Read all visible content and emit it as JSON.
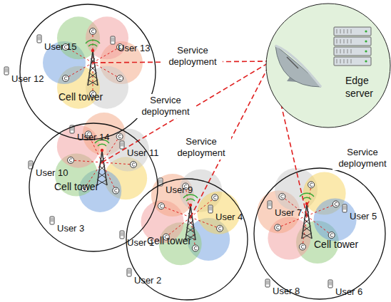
{
  "diagram": {
    "nodes": [
      {
        "text": [
          "Cell tower"
        ]
      },
      {
        "text": [
          "Edge server"
        ]
      },
      {
        "text": [
          "Cell tower"
        ]
      },
      {
        "text": [
          "Cell tower"
        ]
      },
      {
        "text": [
          "Cell tower"
        ]
      }
    ],
    "edges": [
      {
        "from": 0,
        "to": 1,
        "label": "Service deployment",
        "arrow": "none"
      },
      {
        "from": 2,
        "to": 1,
        "label": "Service deployment",
        "arrow": "none"
      },
      {
        "from": 3,
        "to": 1,
        "label": "Service deployment",
        "arrow": "none"
      },
      {
        "from": 4,
        "to": 1,
        "label": "Service deployment",
        "arrow": "none"
      }
    ],
    "labels": [
      "User 15",
      "User 13",
      "User 12",
      "User 14",
      "User 10",
      "User 11",
      "User 9",
      "User 7",
      "User 5",
      "User 4",
      "User 1",
      "User 3",
      "User 2",
      "User 8",
      "User 6"
    ]
  }
}
